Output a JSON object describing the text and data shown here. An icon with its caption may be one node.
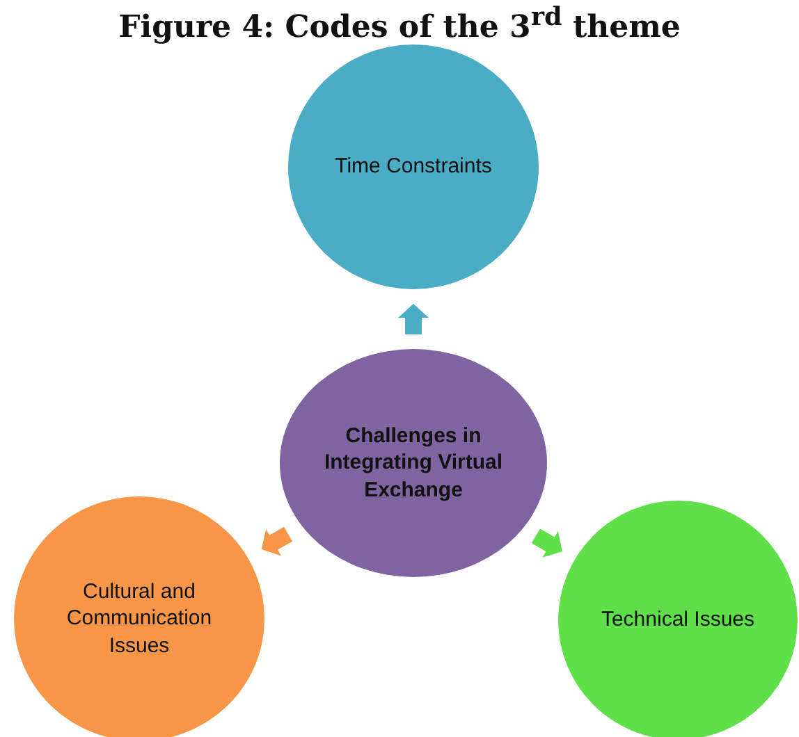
{
  "diagram": {
    "title": "Figure 4: Codes of the 3$^{rd}$ theme",
    "nodes": [
      {
        "text": [
          "Challenges in Integrating Virtual Exchange"
        ]
      },
      {
        "text": [
          "Time Constraints"
        ]
      },
      {
        "text": [
          "Cultural and Communication Issues"
        ]
      },
      {
        "text": [
          "Technical Issues"
        ]
      }
    ],
    "edges": [
      {
        "from": 0,
        "to": 1,
        "arrow": "to",
        "color": "#4bacc6"
      },
      {
        "from": 0,
        "to": 2,
        "arrow": "to",
        "color": "#f79646"
      },
      {
        "from": 0,
        "to": 3,
        "arrow": "to",
        "color": "#5fe048"
      }
    ]
  }
}
